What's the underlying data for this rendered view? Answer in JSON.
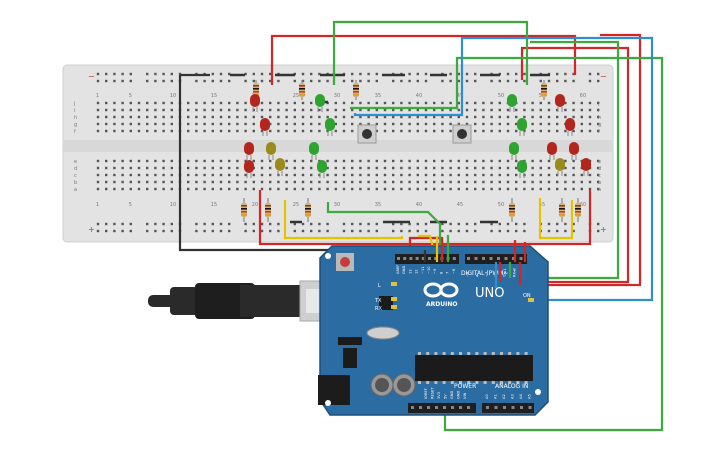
{
  "colors": {
    "breadboard": "#e5e5e5",
    "board": "#2b6ca3",
    "wire_red": "#d32626",
    "wire_green": "#3caa3c",
    "wire_blue": "#2d8fcf",
    "wire_yellow": "#e4c300",
    "wire_black": "#333333",
    "led_red": "#b3261e",
    "led_green": "#2fa32f",
    "led_yellow": "#9b8a1d"
  },
  "breadboard": {
    "column_numbers": [
      "1",
      "5",
      "10",
      "15",
      "20",
      "25",
      "30",
      "35",
      "40",
      "45",
      "50",
      "55",
      "60"
    ],
    "row_letters_top": [
      "j",
      "i",
      "h",
      "g",
      "f"
    ],
    "row_letters_bottom": [
      "e",
      "d",
      "c",
      "b",
      "a"
    ]
  },
  "arduino": {
    "logo": "ARDUINO",
    "model": "UNO",
    "digital_label": "DIGITAL (PWM~)",
    "power_label": "POWER",
    "analog_label": "ANALOG IN",
    "indicator_labels": [
      "L",
      "TX",
      "RX",
      "ON"
    ],
    "top_pin_labels": [
      "AREF",
      "GND",
      "13",
      "12",
      "~11",
      "~10",
      "~9",
      "8",
      "7",
      "~6",
      "~5",
      "4",
      "~3",
      "2",
      "TX▸1",
      "RX◂0"
    ],
    "power_pin_labels": [
      "IOREF",
      "RESET",
      "3V3",
      "5V",
      "GND",
      "GND",
      "VIN"
    ],
    "analog_pin_labels": [
      "A0",
      "A1",
      "A2",
      "A3",
      "A4",
      "A5"
    ]
  }
}
